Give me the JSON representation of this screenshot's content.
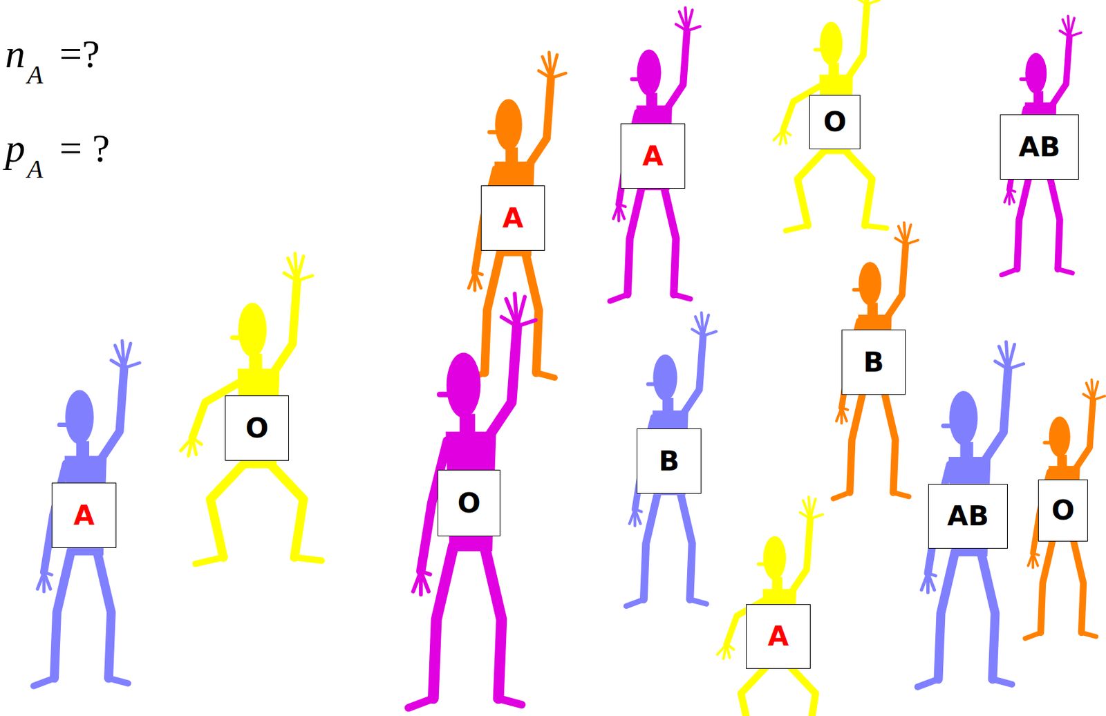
{
  "diagram": {
    "nodes": [
      {
        "text": [
          "A"
        ]
      },
      {
        "text": [
          "O"
        ]
      },
      {
        "text": [
          "AB"
        ]
      },
      {
        "text": [
          "A"
        ]
      },
      {
        "text": [
          "B"
        ]
      },
      {
        "text": [
          "O"
        ]
      },
      {
        "text": [
          "B"
        ]
      },
      {
        "text": [
          "O"
        ]
      },
      {
        "text": [
          "A"
        ]
      },
      {
        "text": [
          "AB"
        ]
      },
      {
        "text": [
          "O"
        ]
      },
      {
        "text": [
          "A"
        ]
      }
    ],
    "labels": [
      "n",
      "A",
      "=?",
      "p",
      "A",
      "= ?"
    ]
  }
}
